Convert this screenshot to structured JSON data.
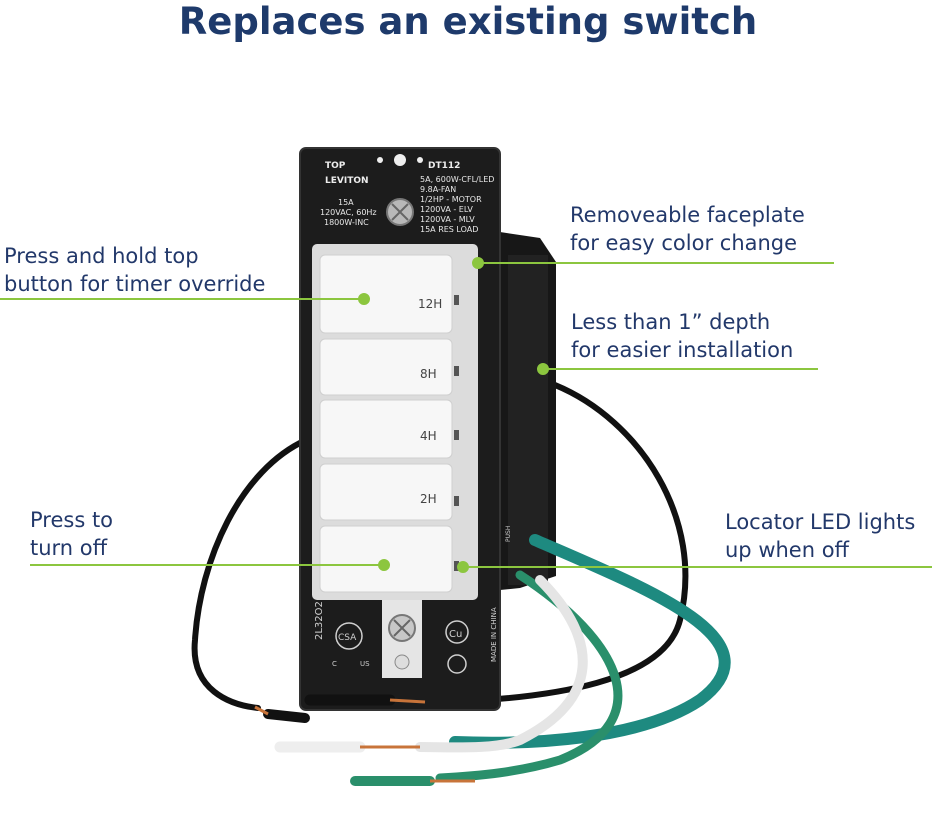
{
  "headline": "Replaces an existing switch",
  "callouts": {
    "override": [
      "Press and hold top",
      "button for timer override"
    ],
    "faceplate": [
      "Removeable faceplate",
      "for easy color change"
    ],
    "depth": [
      "Less than 1” depth",
      "for easier installation"
    ],
    "turn_off": [
      "Press to",
      "turn off"
    ],
    "locator": [
      "Locator LED lights",
      "up when off"
    ]
  },
  "device": {
    "top_mark": "TOP",
    "brand": "LEVITON",
    "model": "DT112",
    "ratings_left": [
      "15A",
      "120VAC, 60Hz",
      "1800W-INC"
    ],
    "ratings_right": [
      "5A, 600W-CFL/LED",
      "9.8A-FAN",
      "1/2HP - MOTOR",
      "1200VA - ELV",
      "1200VA - MLV",
      "15A RES LOAD"
    ],
    "buttons": [
      "12H",
      "8H",
      "4H",
      "2H",
      ""
    ],
    "side_code": "2L32O2",
    "made_in": "MADE IN CHINA",
    "cert_mark": "CSA",
    "cert_sub": [
      "C",
      "US"
    ],
    "cu_mark": "Cu",
    "push_mark": "PUSH"
  },
  "colors": {
    "headline": "#1e3a6b",
    "callout_text": "#22386a",
    "leader_line": "#8cc63f",
    "device_body": "#1c1c1c",
    "button": "#f7f7f7",
    "wire_black": "#111111",
    "wire_green": "#1e8a80",
    "wire_white": "#eeeeee"
  }
}
